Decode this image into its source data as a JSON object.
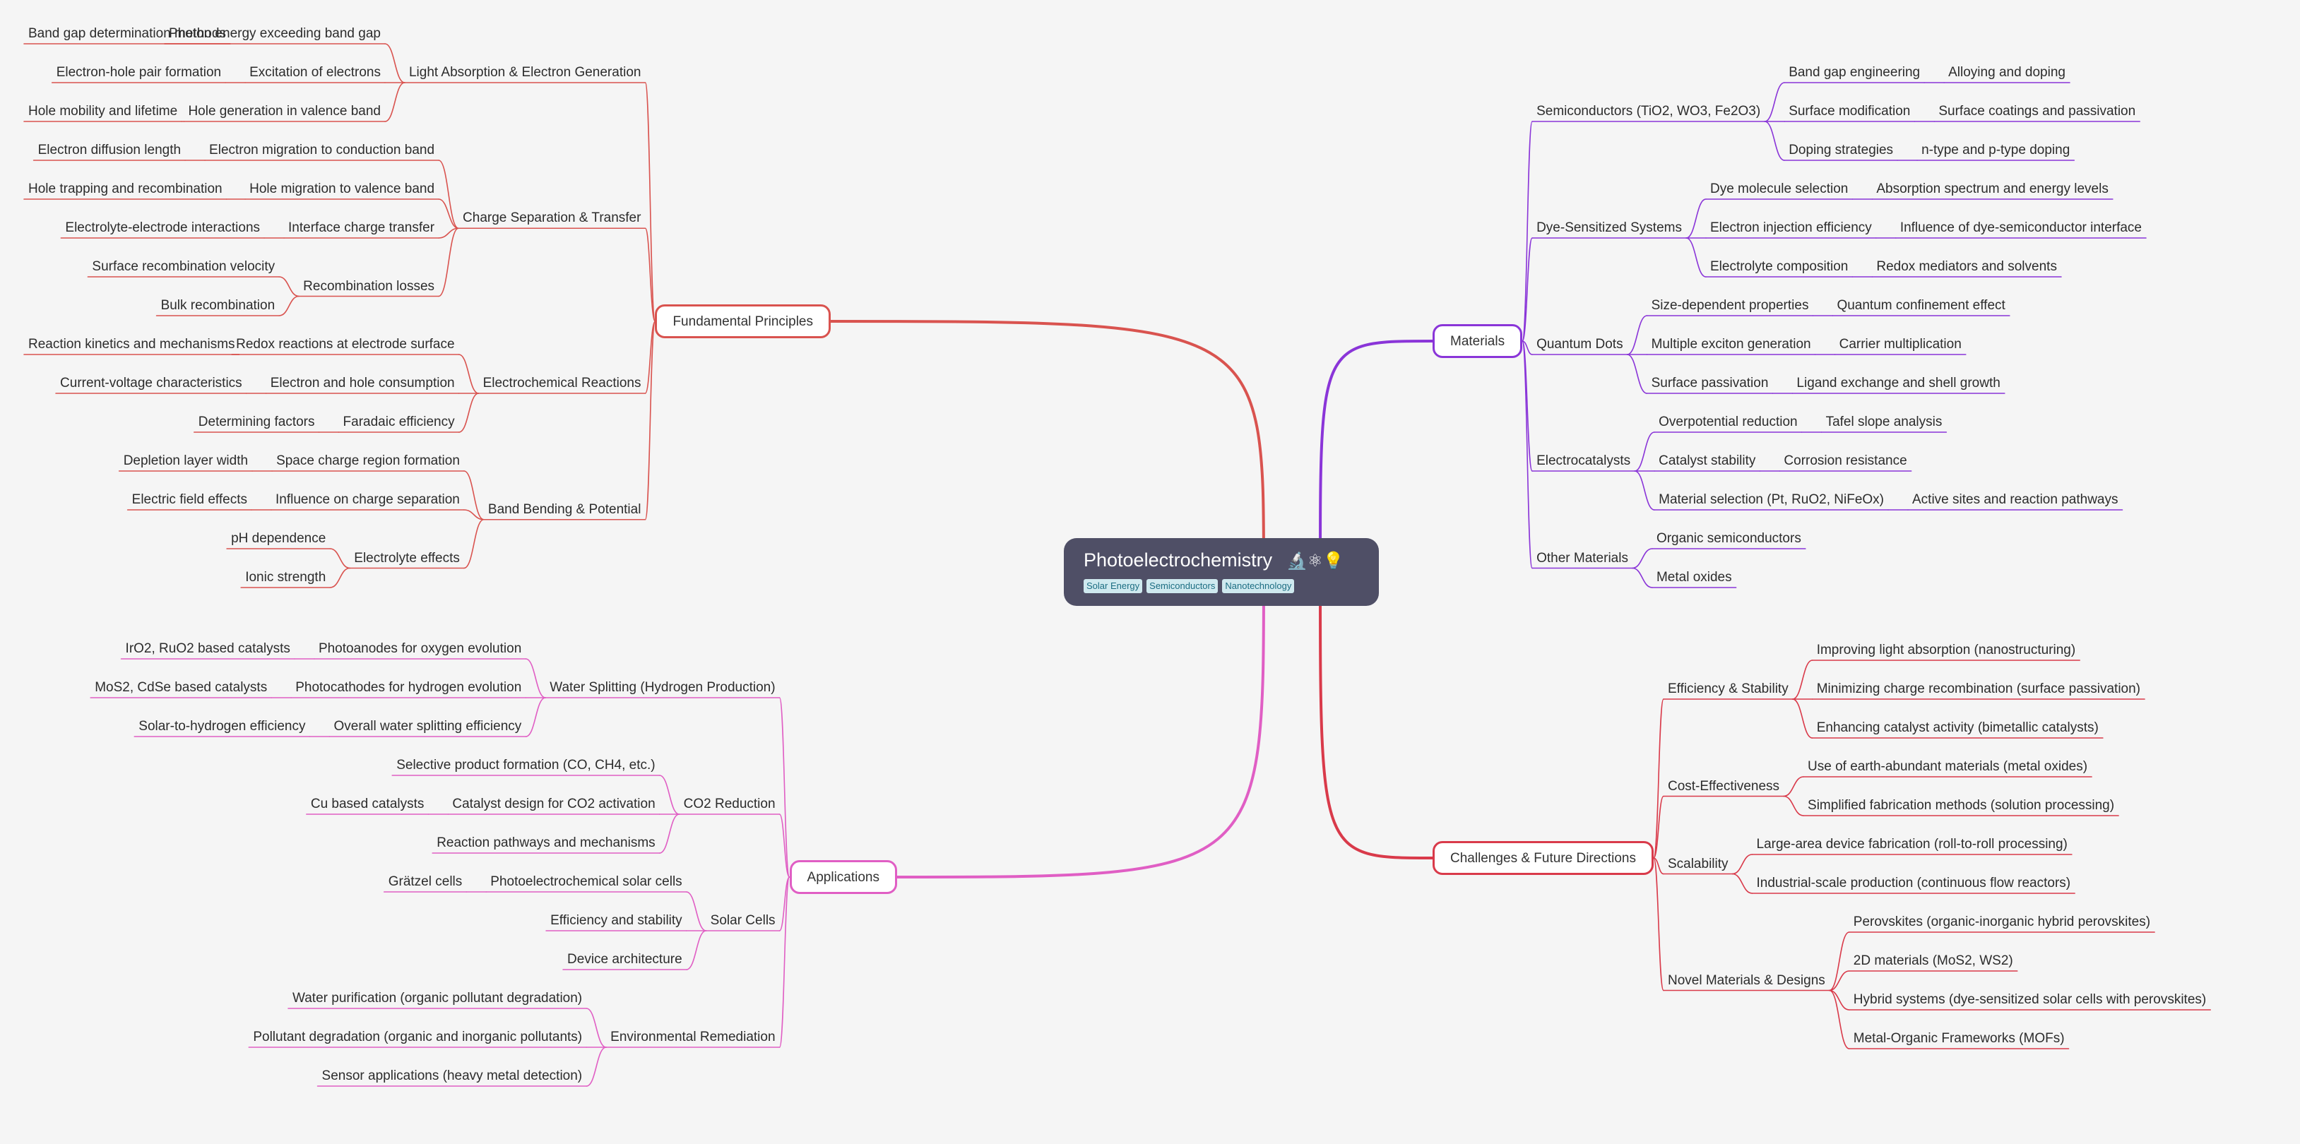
{
  "root": {
    "title": "Photoelectrochemistry",
    "emoji": "🔬⚛💡",
    "tags": [
      "Solar Energy",
      "Semiconductors",
      "Nanotechnology"
    ]
  },
  "branches": [
    {
      "id": "fundamental",
      "label": "Fundamental Principles",
      "color": "#d9534f",
      "side": "left",
      "children": [
        {
          "label": "Light Absorption & Electron Generation",
          "children": [
            {
              "label": "Photon energy exceeding band gap",
              "children": [
                {
                  "label": "Band gap determination methods"
                }
              ]
            },
            {
              "label": "Excitation of electrons",
              "children": [
                {
                  "label": "Electron-hole pair formation"
                }
              ]
            },
            {
              "label": "Hole generation in valence band",
              "children": [
                {
                  "label": "Hole mobility and lifetime"
                }
              ]
            }
          ]
        },
        {
          "label": "Charge Separation & Transfer",
          "children": [
            {
              "label": "Electron migration to conduction band",
              "children": [
                {
                  "label": "Electron diffusion length"
                }
              ]
            },
            {
              "label": "Hole migration to valence band",
              "children": [
                {
                  "label": "Hole trapping and recombination"
                }
              ]
            },
            {
              "label": "Interface charge transfer",
              "children": [
                {
                  "label": "Electrolyte-electrode interactions"
                }
              ]
            },
            {
              "label": "Recombination losses",
              "children": [
                {
                  "label": "Surface recombination velocity"
                },
                {
                  "label": "Bulk recombination"
                }
              ]
            }
          ]
        },
        {
          "label": "Electrochemical Reactions",
          "children": [
            {
              "label": "Redox reactions at electrode surface",
              "children": [
                {
                  "label": "Reaction kinetics and mechanisms"
                }
              ]
            },
            {
              "label": "Electron and hole consumption",
              "children": [
                {
                  "label": "Current-voltage characteristics"
                }
              ]
            },
            {
              "label": "Faradaic efficiency",
              "children": [
                {
                  "label": "Determining factors"
                }
              ]
            }
          ]
        },
        {
          "label": "Band Bending & Potential",
          "children": [
            {
              "label": "Space charge region formation",
              "children": [
                {
                  "label": "Depletion layer width"
                }
              ]
            },
            {
              "label": "Influence on charge separation",
              "children": [
                {
                  "label": "Electric field effects"
                }
              ]
            },
            {
              "label": "Electrolyte effects",
              "children": [
                {
                  "label": "pH dependence"
                },
                {
                  "label": "Ionic strength"
                }
              ]
            }
          ]
        }
      ]
    },
    {
      "id": "applications",
      "label": "Applications",
      "color": "#e05ec4",
      "side": "left",
      "children": [
        {
          "label": "Water Splitting (Hydrogen Production)",
          "children": [
            {
              "label": "Photoanodes for oxygen evolution",
              "children": [
                {
                  "label": "IrO2, RuO2 based catalysts"
                }
              ]
            },
            {
              "label": "Photocathodes for hydrogen evolution",
              "children": [
                {
                  "label": "MoS2, CdSe based catalysts"
                }
              ]
            },
            {
              "label": "Overall water splitting efficiency",
              "children": [
                {
                  "label": "Solar-to-hydrogen efficiency"
                }
              ]
            }
          ]
        },
        {
          "label": "CO2 Reduction",
          "children": [
            {
              "label": "Selective product formation (CO, CH4, etc.)"
            },
            {
              "label": "Catalyst design for CO2 activation",
              "children": [
                {
                  "label": "Cu based catalysts"
                }
              ]
            },
            {
              "label": "Reaction pathways and mechanisms"
            }
          ]
        },
        {
          "label": "Solar Cells",
          "children": [
            {
              "label": "Photoelectrochemical solar cells",
              "children": [
                {
                  "label": "Grätzel cells"
                }
              ]
            },
            {
              "label": "Efficiency and stability"
            },
            {
              "label": "Device architecture"
            }
          ]
        },
        {
          "label": "Environmental Remediation",
          "children": [
            {
              "label": "Water purification (organic pollutant degradation)"
            },
            {
              "label": "Pollutant degradation (organic and inorganic pollutants)"
            },
            {
              "label": "Sensor applications (heavy metal detection)"
            }
          ]
        }
      ]
    },
    {
      "id": "materials",
      "label": "Materials",
      "color": "#8a35d8",
      "side": "right",
      "children": [
        {
          "label": "Semiconductors (TiO2, WO3, Fe2O3)",
          "children": [
            {
              "label": "Band gap engineering",
              "children": [
                {
                  "label": "Alloying and doping"
                }
              ]
            },
            {
              "label": "Surface modification",
              "children": [
                {
                  "label": "Surface coatings and passivation"
                }
              ]
            },
            {
              "label": "Doping strategies",
              "children": [
                {
                  "label": "n-type and p-type doping"
                }
              ]
            }
          ]
        },
        {
          "label": "Dye-Sensitized Systems",
          "children": [
            {
              "label": "Dye molecule selection",
              "children": [
                {
                  "label": "Absorption spectrum and energy levels"
                }
              ]
            },
            {
              "label": "Electron injection efficiency",
              "children": [
                {
                  "label": "Influence of dye-semiconductor interface"
                }
              ]
            },
            {
              "label": "Electrolyte composition",
              "children": [
                {
                  "label": "Redox mediators and solvents"
                }
              ]
            }
          ]
        },
        {
          "label": "Quantum Dots",
          "children": [
            {
              "label": "Size-dependent properties",
              "children": [
                {
                  "label": "Quantum confinement effect"
                }
              ]
            },
            {
              "label": "Multiple exciton generation",
              "children": [
                {
                  "label": "Carrier multiplication"
                }
              ]
            },
            {
              "label": "Surface passivation",
              "children": [
                {
                  "label": "Ligand exchange and shell growth"
                }
              ]
            }
          ]
        },
        {
          "label": "Electrocatalysts",
          "children": [
            {
              "label": "Overpotential reduction",
              "children": [
                {
                  "label": "Tafel slope analysis"
                }
              ]
            },
            {
              "label": "Catalyst stability",
              "children": [
                {
                  "label": "Corrosion resistance"
                }
              ]
            },
            {
              "label": "Material selection (Pt, RuO2, NiFeOx)",
              "children": [
                {
                  "label": "Active sites and reaction pathways"
                }
              ]
            }
          ]
        },
        {
          "label": "Other Materials",
          "children": [
            {
              "label": "Organic semiconductors"
            },
            {
              "label": "Metal oxides"
            }
          ]
        }
      ]
    },
    {
      "id": "challenges",
      "label": "Challenges & Future Directions",
      "color": "#d93a4a",
      "side": "right",
      "children": [
        {
          "label": "Efficiency & Stability",
          "children": [
            {
              "label": "Improving light absorption (nanostructuring)"
            },
            {
              "label": "Minimizing charge recombination (surface passivation)"
            },
            {
              "label": "Enhancing catalyst activity (bimetallic catalysts)"
            }
          ]
        },
        {
          "label": "Cost-Effectiveness",
          "children": [
            {
              "label": "Use of earth-abundant materials (metal oxides)"
            },
            {
              "label": "Simplified fabrication methods (solution processing)"
            }
          ]
        },
        {
          "label": "Scalability",
          "children": [
            {
              "label": "Large-area device fabrication (roll-to-roll processing)"
            },
            {
              "label": "Industrial-scale production (continuous flow reactors)"
            }
          ]
        },
        {
          "label": "Novel Materials & Designs",
          "children": [
            {
              "label": "Perovskites (organic-inorganic hybrid perovskites)"
            },
            {
              "label": "2D materials (MoS2, WS2)"
            },
            {
              "label": "Hybrid systems (dye-sensitized solar cells with perovskites)"
            },
            {
              "label": "Metal-Organic Frameworks (MOFs)"
            }
          ]
        }
      ]
    }
  ]
}
